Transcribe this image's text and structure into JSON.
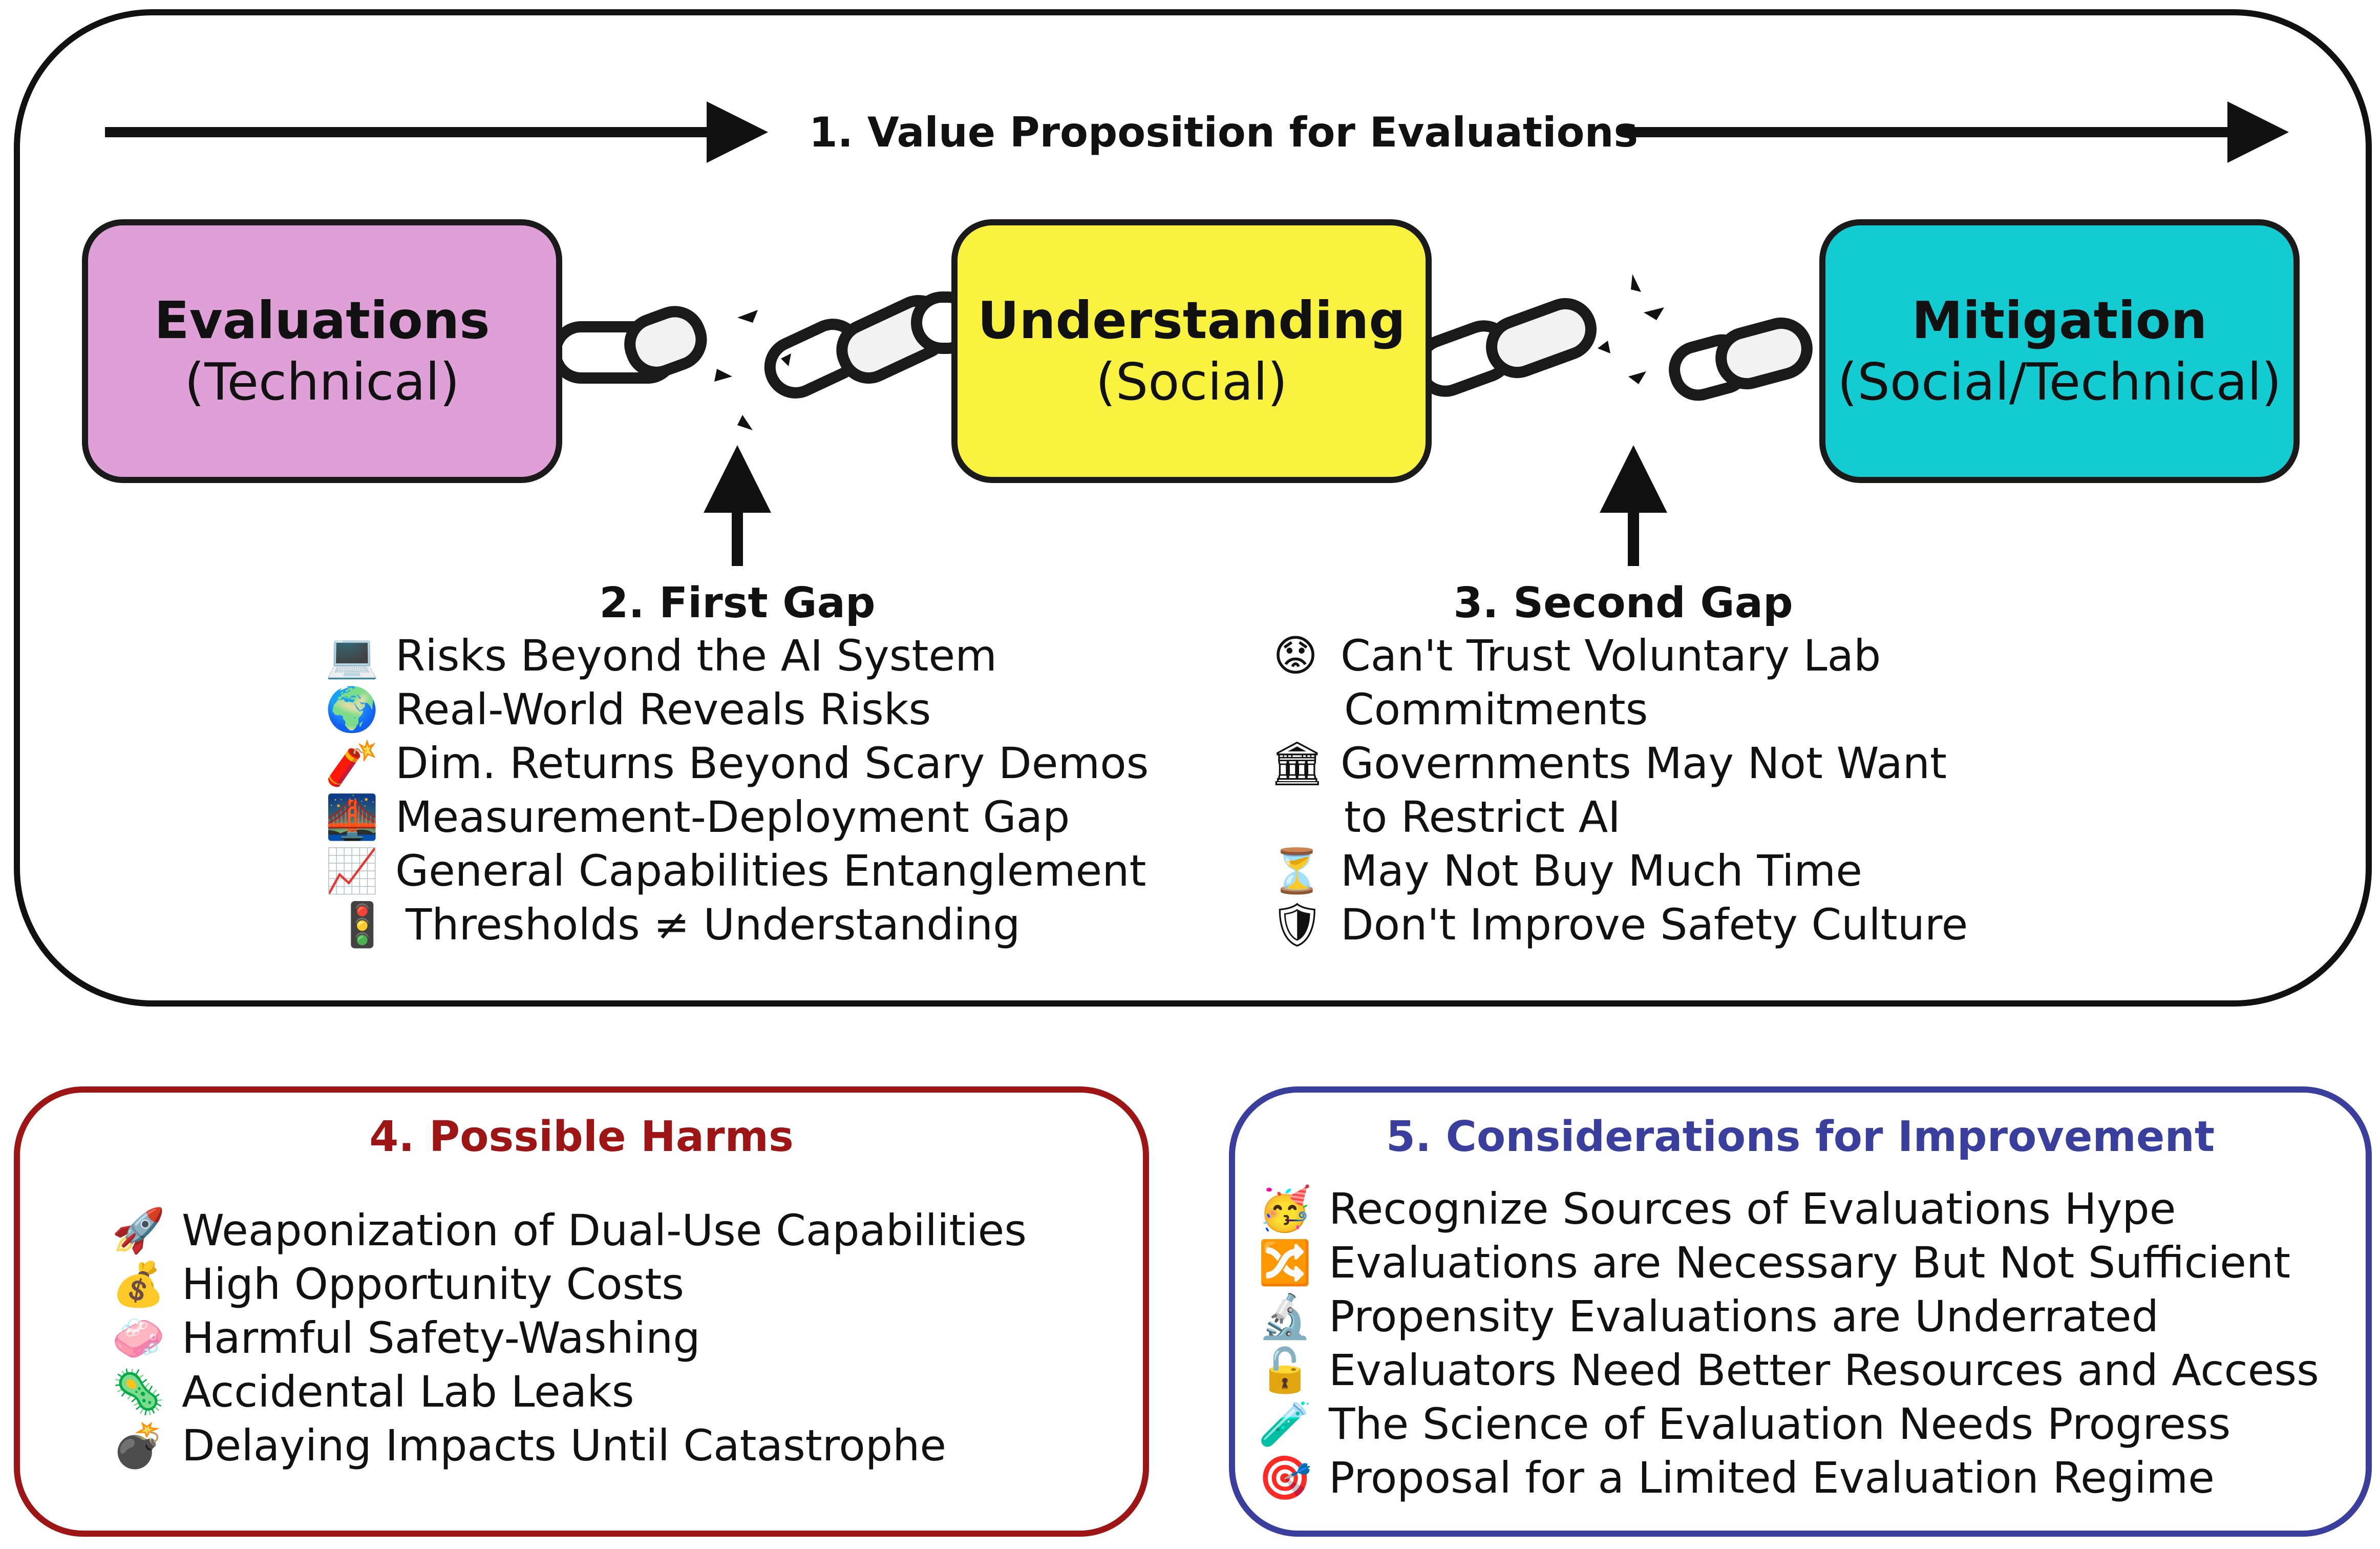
{
  "value_prop": {
    "title": "1. Value Proposition for Evaluations"
  },
  "boxes": {
    "evaluations": {
      "title": "Evaluations",
      "subtitle": "(Technical)",
      "color": "#dfa0d8"
    },
    "understanding": {
      "title": "Understanding",
      "subtitle": "(Social)",
      "color": "#f9f33f"
    },
    "mitigation": {
      "title": "Mitigation",
      "subtitle": "(Social/Technical)",
      "color": "#13ccd2"
    }
  },
  "first_gap": {
    "title": "2. First Gap",
    "items": [
      {
        "icon": "laptop-icon",
        "glyph": "💻",
        "text": "Risks Beyond the AI System"
      },
      {
        "icon": "globe-icon",
        "glyph": "🌍",
        "text": "Real-World Reveals Risks"
      },
      {
        "icon": "firecracker-icon",
        "glyph": "🧨",
        "text": "Dim. Returns Beyond Scary Demos"
      },
      {
        "icon": "night-bridge-icon",
        "glyph": "🌉",
        "text": "Measurement-Deployment Gap"
      },
      {
        "icon": "chart-increasing-icon",
        "glyph": "📈",
        "text": "General Capabilities Entanglement"
      },
      {
        "icon": "traffic-light-icon",
        "glyph": "🚦",
        "text": "Thresholds ≠ Understanding"
      }
    ]
  },
  "second_gap": {
    "title": "3. Second Gap",
    "items": [
      {
        "icon": "worried-face-icon",
        "glyph": "😟",
        "lines": [
          "Can't Trust Voluntary Lab",
          "Commitments"
        ]
      },
      {
        "icon": "government-building-icon",
        "glyph": "🏛",
        "lines": [
          "Governments May Not Want",
          "to Restrict AI"
        ]
      },
      {
        "icon": "hourglass-icon",
        "glyph": "⏳",
        "lines": [
          "May Not Buy Much Time"
        ]
      },
      {
        "icon": "shield-icon",
        "glyph": "🛡",
        "lines": [
          "Don't Improve Safety Culture"
        ]
      }
    ]
  },
  "harms": {
    "title": "4. Possible Harms",
    "color": "#9d1515",
    "items": [
      {
        "icon": "rocket-icon",
        "glyph": "🚀",
        "text": "Weaponization of Dual-Use Capabilities"
      },
      {
        "icon": "money-bag-icon",
        "glyph": "💰",
        "text": " High Opportunity Costs"
      },
      {
        "icon": "soap-icon",
        "glyph": "🧼",
        "text": "Harmful Safety-Washing"
      },
      {
        "icon": "microbe-icon",
        "glyph": "🦠",
        "text": "Accidental Lab Leaks"
      },
      {
        "icon": "bomb-icon",
        "glyph": "💣",
        "text": "Delaying Impacts Until Catastrophe"
      }
    ]
  },
  "improvement": {
    "title": "5. Considerations for Improvement",
    "color": "#3a3e9c",
    "items": [
      {
        "icon": "party-face-icon",
        "glyph": "🥳",
        "text": "Recognize Sources of Evaluations Hype"
      },
      {
        "icon": "shuffle-icon",
        "glyph": "🔀",
        "text": "Evaluations are Necessary But Not Sufficient"
      },
      {
        "icon": "microscope-icon",
        "glyph": "🔬",
        "text": "Propensity Evaluations are Underrated"
      },
      {
        "icon": "unlocked-icon",
        "glyph": "🔓",
        "text": "Evaluators Need Better Resources and Access"
      },
      {
        "icon": "test-tube-icon",
        "glyph": "🧪",
        "text": "The Science of Evaluation Needs Progress"
      },
      {
        "icon": "target-icon",
        "glyph": "🎯",
        "text": "Proposal for a Limited Evaluation Regime"
      }
    ]
  }
}
